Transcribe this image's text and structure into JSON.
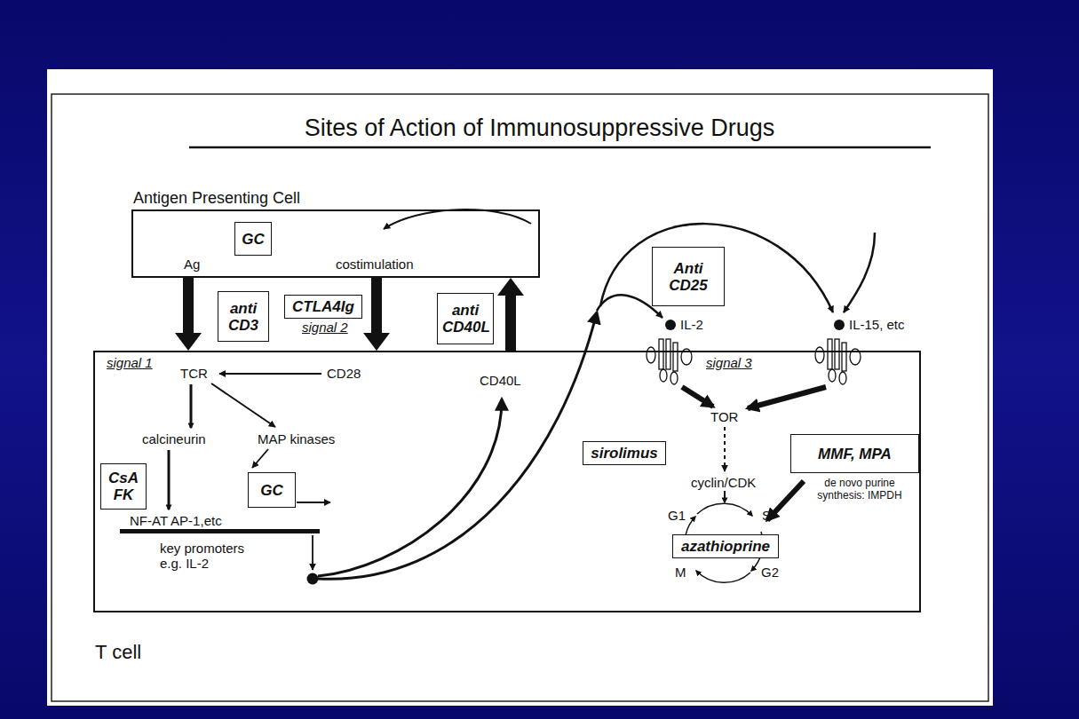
{
  "diagram": {
    "title": "Sites of Action of Immunosuppressive Drugs",
    "nodes": [
      {
        "text": [
          "Antigen Presenting Cell"
        ]
      },
      {
        "text": [
          "GC"
        ],
        "in": 0
      },
      {
        "text": [
          "anti CD3"
        ]
      },
      {
        "text": [
          "CTLA4Ig"
        ]
      },
      {
        "text": [
          "anti CD40L"
        ]
      },
      {
        "text": [
          "Anti CD25"
        ]
      },
      {
        "text": [
          "T cell"
        ]
      },
      {
        "text": [
          "CsA FK"
        ],
        "in": 6
      },
      {
        "text": [
          "GC"
        ],
        "in": 6
      },
      {
        "text": [
          "sirolimus"
        ],
        "in": 6
      },
      {
        "text": [
          "MMF, MPA"
        ],
        "in": 6
      },
      {
        "text": [
          "azathioprine"
        ],
        "in": 6
      }
    ],
    "labels": [
      "Ag",
      "costimulation",
      "signal 1",
      "signal 2",
      "TCR",
      "CD28",
      "CD40L",
      "calcineurin",
      "MAP kinases",
      "NF-AT AP-1,etc",
      "key promoters e.g. IL-2",
      "IL-2",
      "IL-15, etc",
      "signal 3",
      "TOR",
      "cyclin/CDK",
      "de novo purine synthesis: IMPDH",
      "G1",
      "S",
      "M",
      "G2"
    ]
  }
}
